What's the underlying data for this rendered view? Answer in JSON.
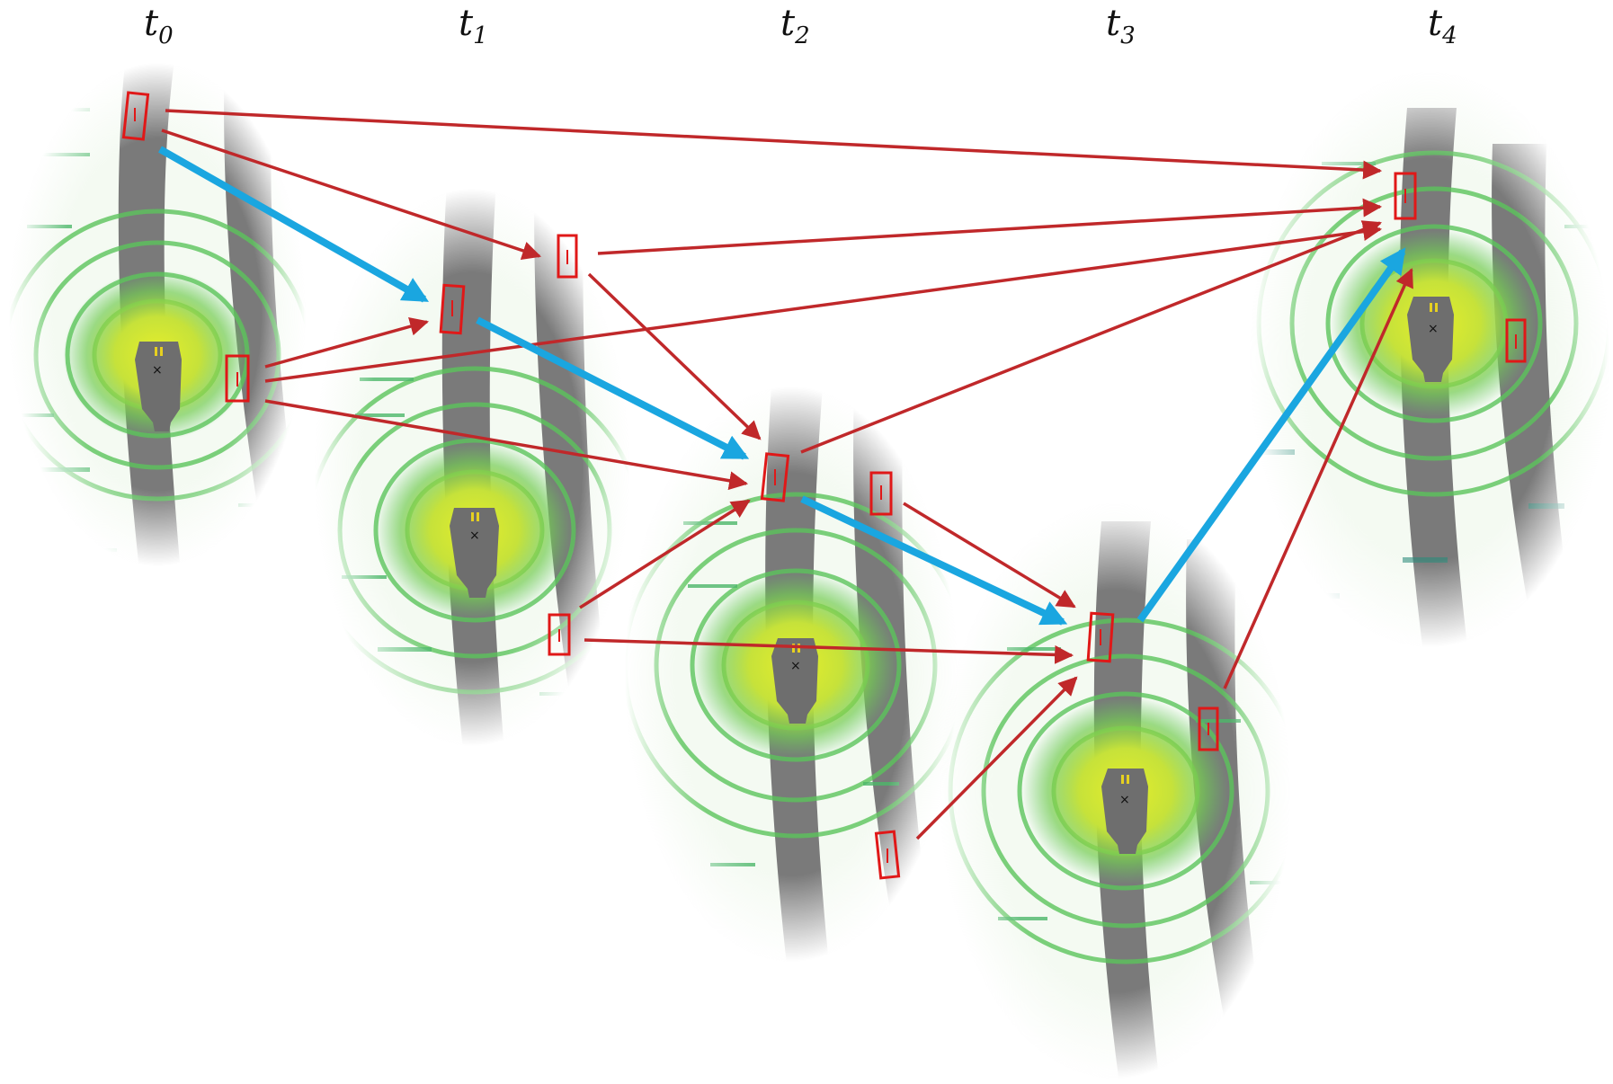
{
  "frames": [
    {
      "id": "t0",
      "base": "t",
      "sub": "0"
    },
    {
      "id": "t1",
      "base": "t",
      "sub": "1"
    },
    {
      "id": "t2",
      "base": "t",
      "sub": "2"
    },
    {
      "id": "t3",
      "base": "t",
      "sub": "3"
    },
    {
      "id": "t4",
      "base": "t",
      "sub": "4"
    }
  ],
  "colors": {
    "background": "#ffffff",
    "road": "#7a7a7a",
    "ego_vehicle": "#6e6e6e",
    "point_near": "#d8e83a",
    "point_mid": "#5cc45c",
    "point_far": "#2a8a7a",
    "box": "#e01818",
    "association_arrow": "#c0282a",
    "track_arrow": "#1aa6e0",
    "marker": "#111111"
  }
}
